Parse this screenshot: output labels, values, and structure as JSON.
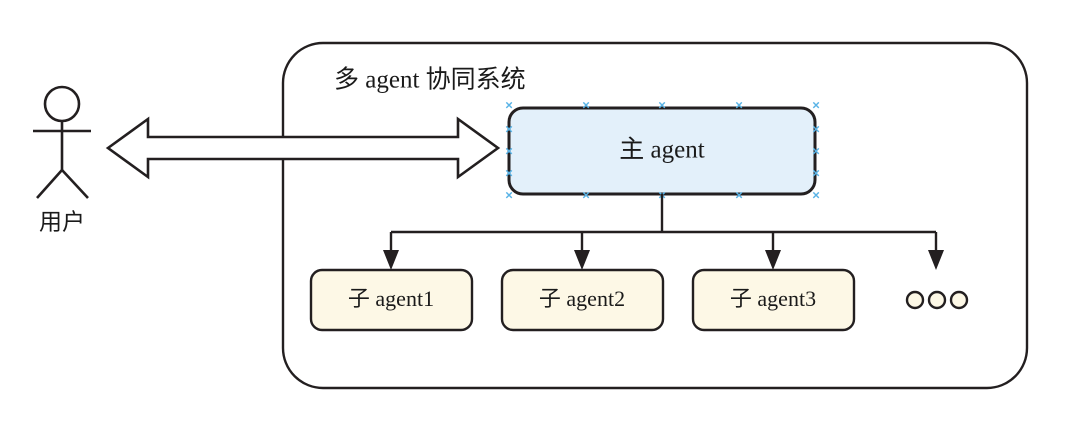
{
  "diagram": {
    "type": "block-diagram",
    "title": "多 agent 协同系统",
    "background_color": "#ffffff",
    "container": {
      "name": "多 agent 协同系统",
      "label": "多 agent 协同系统",
      "stroke_color": "#231f20",
      "fill_color": "#ffffff",
      "corner_radius": 40
    },
    "actor": {
      "label": "用户",
      "shape": "stick-figure",
      "stroke_color": "#231f20"
    },
    "connector": {
      "kind": "double-headed-block-arrow",
      "direction": "bidirectional",
      "fill_color": "#ffffff",
      "stroke_color": "#231f20",
      "from": "用户",
      "to": "主 agent"
    },
    "main_agent": {
      "label": "主 agent",
      "fill_color": "#e3f0fa",
      "stroke_color": "#231f20",
      "selected": true,
      "handle_color": "#59b3e6",
      "handle_glyph": "×"
    },
    "children": [
      {
        "label": "子 agent1",
        "fill_color": "#fdf8e6",
        "stroke_color": "#231f20"
      },
      {
        "label": "子 agent2",
        "fill_color": "#fdf8e6",
        "stroke_color": "#231f20"
      },
      {
        "label": "子 agent3",
        "fill_color": "#fdf8e6",
        "stroke_color": "#231f20"
      }
    ],
    "ellipsis": {
      "label": "ooo",
      "glyph_count": 3,
      "shape": "circle",
      "fill_color": "#fdf8e6",
      "stroke_color": "#231f20"
    },
    "tree_connectors": {
      "style": "orthogonal",
      "arrowhead": "filled-triangle",
      "stroke_color": "#231f20",
      "branch_count": 4
    }
  }
}
